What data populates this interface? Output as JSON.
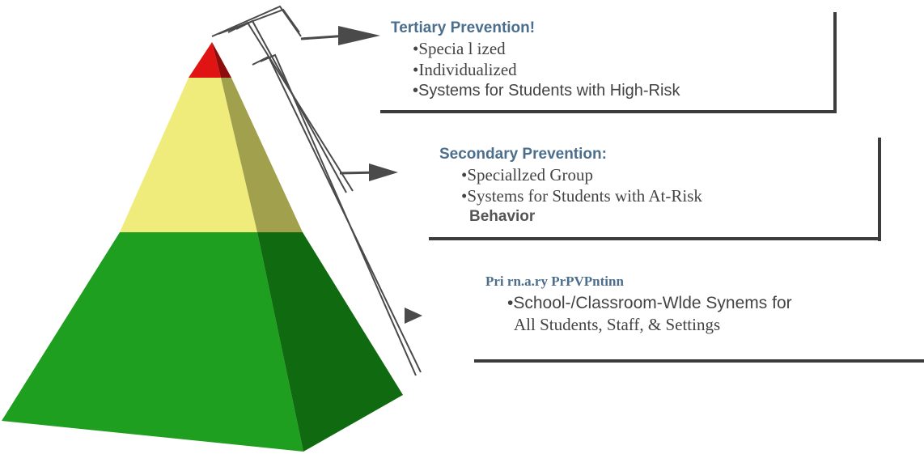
{
  "tiers": [
    {
      "heading": "Tertiary Prevention!",
      "items": [
        "•Specia l ized",
        "•Individualized",
        "•Systems for Students with High-Risk"
      ]
    },
    {
      "heading": "Secondary Prevention:",
      "items": [
        "•Speciallzed Group",
        "•Systems for Students with At-Risk",
        "Behavior"
      ]
    },
    {
      "heading": "Pri rn.a.ry PrPVPntinn",
      "items": [
        "•School-/Classroom-Wlde Synems for",
        "All Students, Staff, & Settings"
      ]
    }
  ],
  "colors": {
    "tier_red": "#e01010",
    "tier_yellow": "#eeea7a",
    "tier_green": "#1d9a1d",
    "heading_blue": "#4b6e8c",
    "frame": "#3c3c3c"
  }
}
